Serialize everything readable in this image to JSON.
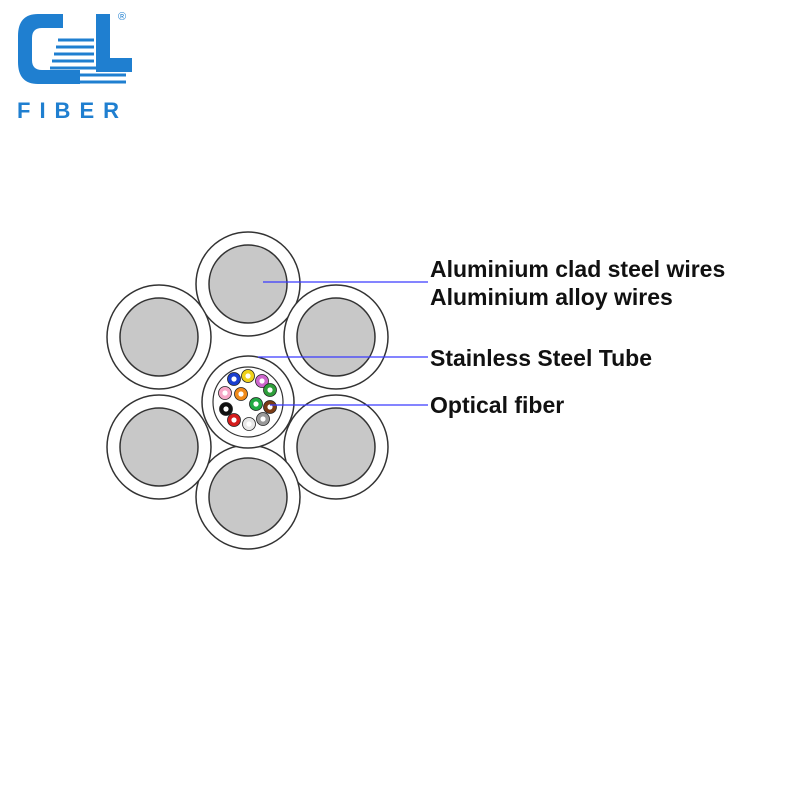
{
  "logo": {
    "text": "FIBER",
    "registered_mark": "®",
    "color": "#1f7fd0"
  },
  "diagram": {
    "labels": [
      {
        "id": "aluminium-clad-steel-wires",
        "text": "Aluminium clad steel wires"
      },
      {
        "id": "aluminium-alloy-wires",
        "text": "Aluminium alloy wires"
      },
      {
        "id": "stainless-steel-tube",
        "text": "Stainless Steel Tube"
      },
      {
        "id": "optical-fiber",
        "text": "Optical fiber"
      }
    ],
    "colors": {
      "wire_fill": "#c8c8c8",
      "outline": "#333333",
      "leader_line": "#3a3aff"
    },
    "fiber_colors": [
      "#1a3fd0",
      "#f0d21a",
      "#cc66cc",
      "#f7a8c8",
      "#f08a1a",
      "#2e9e3a",
      "#111111",
      "#22aa44",
      "#7a3a14",
      "#d41c1c",
      "#e8e8e8",
      "#999999"
    ]
  }
}
